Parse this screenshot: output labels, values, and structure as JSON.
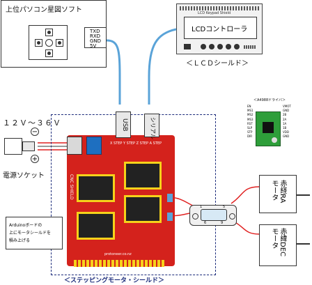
{
  "pc": {
    "title": "上位パソコン星図ソフト",
    "pins": [
      "TXD",
      "RXD",
      "GND",
      "5V"
    ]
  },
  "lcd": {
    "header": "LCD Keypad Shield",
    "screen_text": "LCDコントローラ",
    "caption": "＜ＬＣＤシールド＞"
  },
  "power": {
    "voltage": "１２Ｖ～３６Ｖ",
    "minus": "−",
    "plus": "+",
    "socket_label": "電源ソケット"
  },
  "board": {
    "usb_label": "USB",
    "serial_label": "シリアル",
    "silk_top": "X STEP  Y STEP  Z STEP  A STEP",
    "silk_side": "CNC SHIELD",
    "brand": "protoneer.co.nz",
    "caption": "＜ステッピングモータ・シールド＞"
  },
  "driver": {
    "title": "＜A4988ドライバ＞",
    "left_pins": [
      "EN",
      "MS1",
      "MS2",
      "MS3",
      "RST",
      "SLP",
      "STP",
      "DIR"
    ],
    "right_pins": [
      "VMOT",
      "GND",
      "2B",
      "2A",
      "1A",
      "1B",
      "VDD",
      "GND"
    ]
  },
  "note": {
    "text": [
      "Arduinoボードの",
      "上にモータシールドを",
      "積み上げる"
    ]
  },
  "connector": {
    "pins": [
      "1",
      "6",
      "5",
      "9"
    ]
  },
  "motors": [
    {
      "label": "赤経RA\nモータ"
    },
    {
      "label": "赤緯DEC\nモータ"
    }
  ],
  "colors": {
    "board_red": "#d4221c",
    "header_yellow": "#f6d21a",
    "cable_blue": "#5aa3d8",
    "wire_red": "#e02020",
    "driver_green": "#2e9e3a",
    "terminal_blue": "#1e6fc0"
  }
}
